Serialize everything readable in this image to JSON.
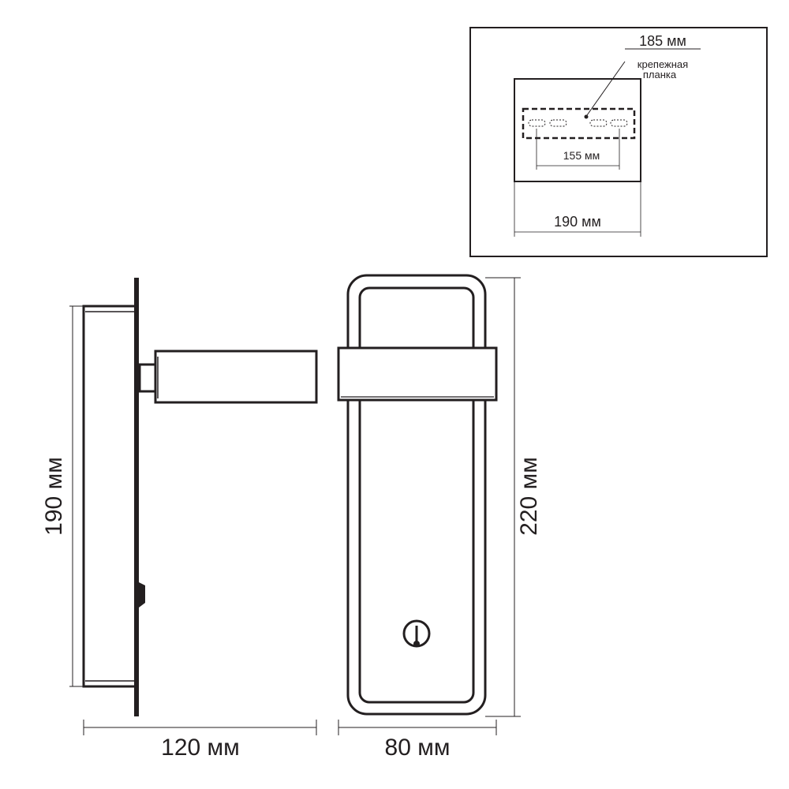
{
  "inset": {
    "bracket_length": "185 мм",
    "bracket_label_line1": "крепежная",
    "bracket_label_line2": "планка",
    "hole_spacing": "155 мм",
    "plate_width": "190 мм"
  },
  "side_view": {
    "height": "190 мм",
    "depth": "120 мм"
  },
  "front_view": {
    "height": "220 мм",
    "width": "80 мм"
  },
  "colors": {
    "line": "#231f20",
    "background": "#ffffff"
  }
}
